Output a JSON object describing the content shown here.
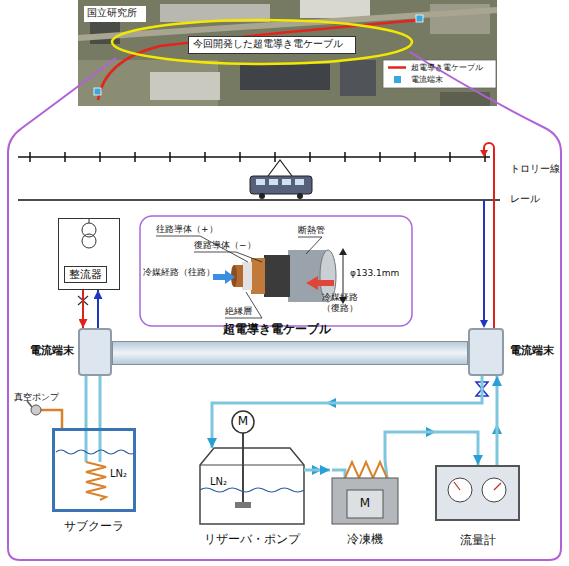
{
  "diagram": {
    "nodes": [
      {
        "text": [
          "国立研究所"
        ]
      },
      {
        "text": [
          "今回開発した超電導き電ケーブル"
        ]
      },
      {
        "text": [
          "整流器"
        ]
      },
      {
        "text": [
          "電流端末"
        ]
      },
      {
        "text": [
          "超電導き電ケーブル"
        ]
      },
      {
        "text": [
          "電流端末"
        ]
      },
      {
        "text": [
          "LN₂",
          "サブクーラ"
        ]
      },
      {
        "text": [
          "M",
          "LN₂",
          "リザーバ・ポンプ"
        ]
      },
      {
        "text": [
          "M",
          "冷凍機"
        ]
      },
      {
        "text": [
          "流量計"
        ]
      }
    ],
    "edges": [
      {
        "from": 2,
        "to": 3,
        "arrow": "to"
      },
      {
        "from": 3,
        "to": 2,
        "arrow": "to"
      },
      {
        "from": 3,
        "to": 6,
        "arrow": "none"
      },
      {
        "from": 3,
        "to": 6,
        "arrow": "none"
      },
      {
        "from": 5,
        "to": 7,
        "arrow": "to"
      },
      {
        "from": 7,
        "to": 8,
        "arrow": "to"
      },
      {
        "from": 8,
        "to": 9,
        "arrow": "to"
      },
      {
        "from": 9,
        "to": 5,
        "arrow": "to"
      }
    ],
    "labels": [
      "トロリー線",
      "レール",
      "往路導体（+）",
      "復路導体（−）",
      "断熱管",
      "冷媒経路（往路）",
      "絶縁層",
      "冷媒経路（復路）",
      "φ133.1mm",
      "真空ポンプ"
    ],
    "legend": [
      {
        "text": "超電導き電ケーブル"
      },
      {
        "text": "電流端末",
        "color": "#3aa8e0"
      }
    ]
  }
}
